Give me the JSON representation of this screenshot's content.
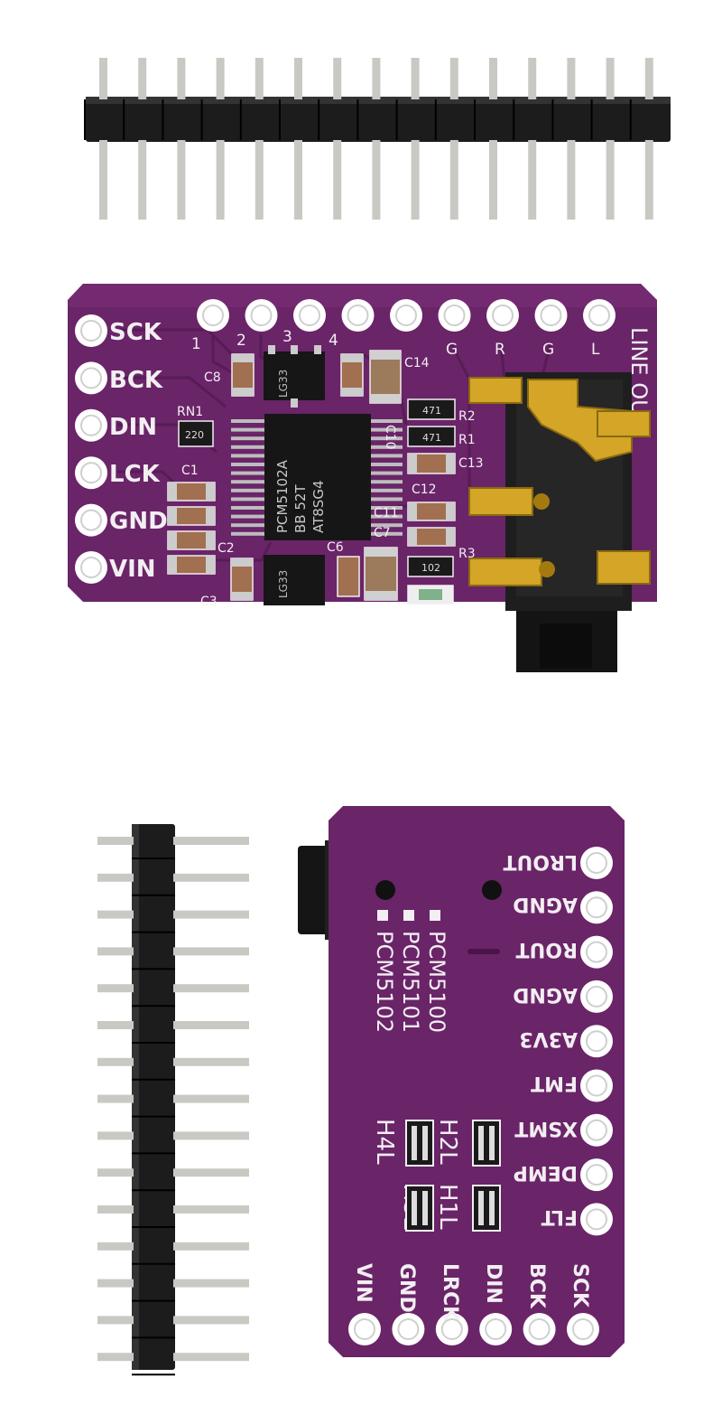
{
  "colors": {
    "pcb": "#6a2468",
    "pcb_dark": "#4a1449",
    "silk": "#f2eef2",
    "pad": "#ffffff",
    "pin_plastic": "#1c1c1c",
    "pin_metal": "#c9c9c4",
    "gold": "#d4a526",
    "chip": "#161616"
  },
  "top_board": {
    "left_pins": [
      "SCK",
      "BCK",
      "DIN",
      "LCK",
      "GND",
      "VIN"
    ],
    "top_pad_numbers": [
      "1",
      "2",
      "3",
      "4"
    ],
    "top_pad_letters": [
      "G",
      "R",
      "G",
      "L"
    ],
    "edge_label": "LINE OUT",
    "chip_lines": [
      "PCM5102A",
      "BB 52T",
      "AT8SG4"
    ],
    "regulator_label": "LG33",
    "resistor_codes": [
      "471",
      "471",
      "102"
    ],
    "refs": [
      "C8",
      "RN1",
      "C1",
      "C2",
      "C3",
      "C6",
      "C7",
      "C10",
      "C11",
      "C12",
      "C13",
      "C14",
      "R1",
      "R2",
      "R3"
    ],
    "rn1_code": "220"
  },
  "bottom_board": {
    "right_pins": [
      "LROUT",
      "AGND",
      "ROUT",
      "AGND",
      "A3V3",
      "FMT",
      "XSMT",
      "DEMP",
      "FLT"
    ],
    "bottom_pins": [
      "VIN",
      "GND",
      "LRCK",
      "DIN",
      "BCK",
      "SCK"
    ],
    "chip_options": [
      "PCM5100",
      "PCM5101",
      "PCM5102"
    ],
    "jumpers": [
      "H4L",
      "H3L",
      "H2L",
      "H1L"
    ]
  },
  "header_pin_count": 15
}
